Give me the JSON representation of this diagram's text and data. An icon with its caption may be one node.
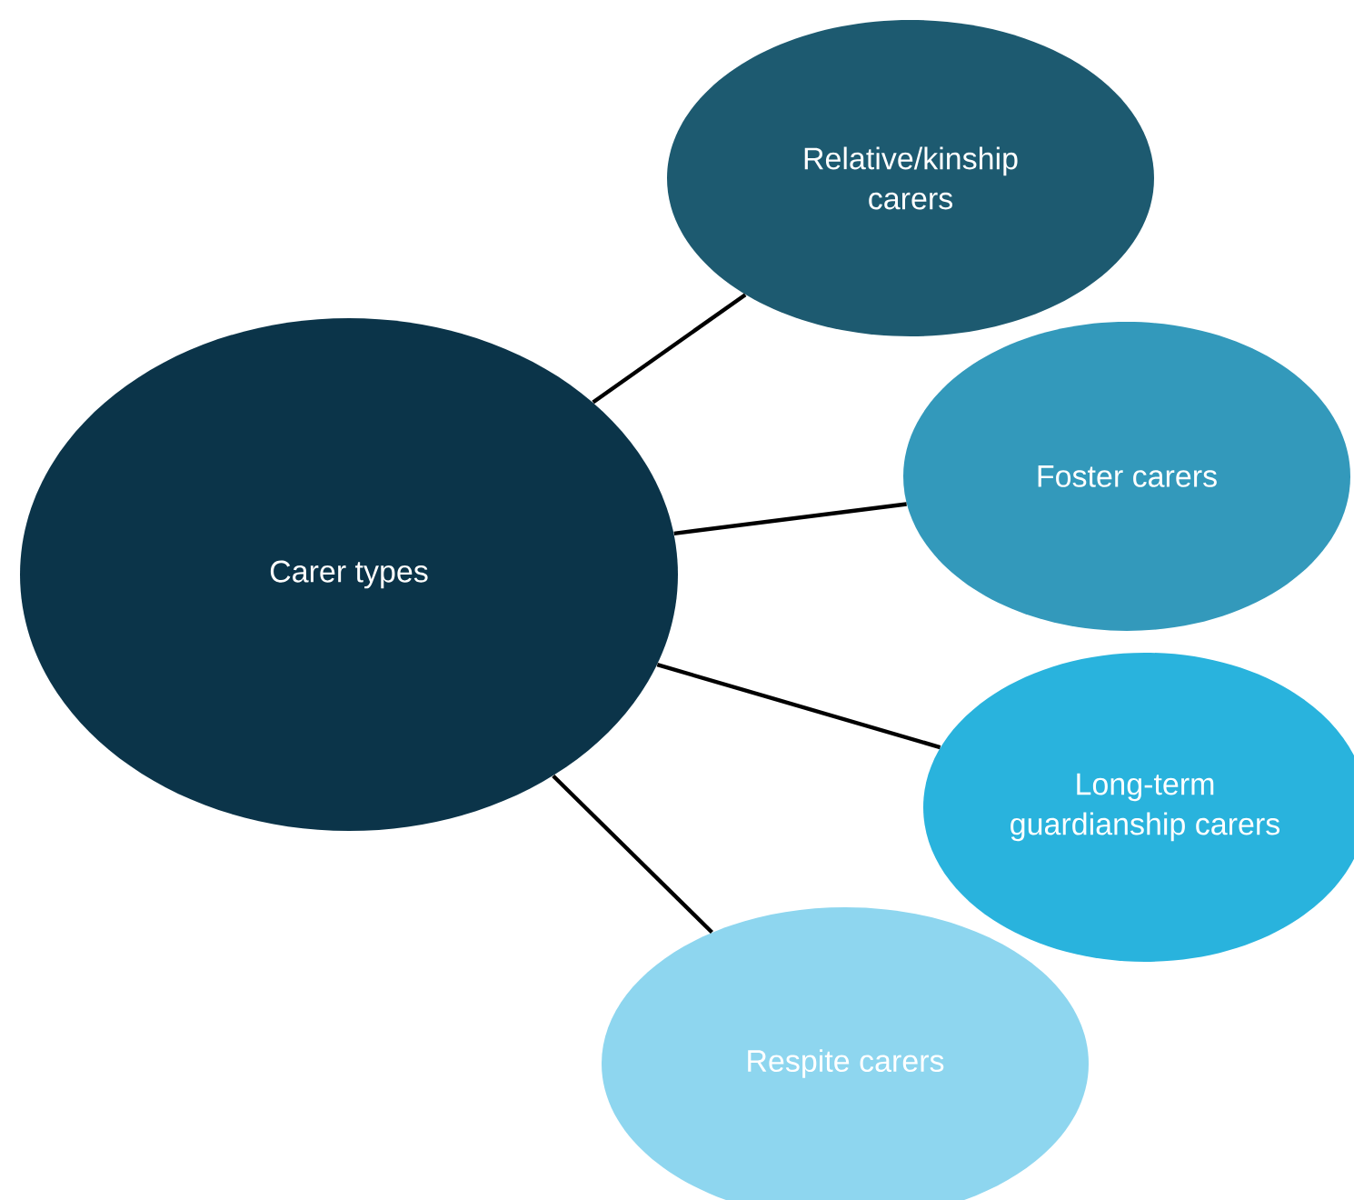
{
  "diagram": {
    "nodes": [
      {
        "text": [
          "Carer types"
        ]
      },
      {
        "text": [
          "Relative/kinship carers"
        ]
      },
      {
        "text": [
          "Foster carers"
        ]
      },
      {
        "text": [
          "Long-term guardianship carers"
        ]
      },
      {
        "text": [
          "Respite carers"
        ]
      }
    ],
    "edges": [
      {
        "from": 0,
        "to": 1,
        "arrow": "none"
      },
      {
        "from": 0,
        "to": 2,
        "arrow": "none"
      },
      {
        "from": 0,
        "to": 3,
        "arrow": "none"
      },
      {
        "from": 0,
        "to": 4,
        "arrow": "none"
      }
    ]
  }
}
